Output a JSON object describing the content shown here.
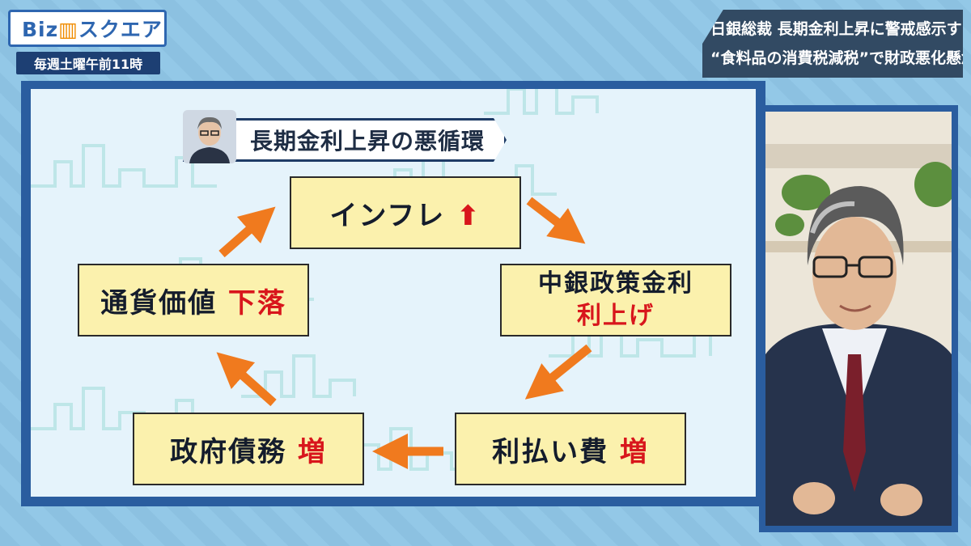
{
  "logo": {
    "text_a": "Biz",
    "text_b": "スクエア"
  },
  "schedule": "毎週土曜午前11時",
  "headline": {
    "line1": "日銀総裁 長期金利上昇に警戒感示す",
    "line2": "“食料品の消費税減税”で財政悪化懸念"
  },
  "diagram": {
    "title": "長期金利上昇の悪循環",
    "nodes": {
      "inflation": {
        "main": "インフレ",
        "suffix": "⬆"
      },
      "central_bank": {
        "main": "中銀政策金利",
        "sub": "利上げ"
      },
      "interest_cost": {
        "main": "利払い費",
        "suffix": "増"
      },
      "gov_debt": {
        "main": "政府債務",
        "suffix": "増"
      },
      "currency": {
        "main": "通貨価値",
        "suffix": "下落"
      }
    },
    "colors": {
      "box_fill": "#fbf1ad",
      "arrow": "#f07a1e",
      "accent_red": "#d8161c",
      "frame": "#2a5d9f"
    }
  }
}
